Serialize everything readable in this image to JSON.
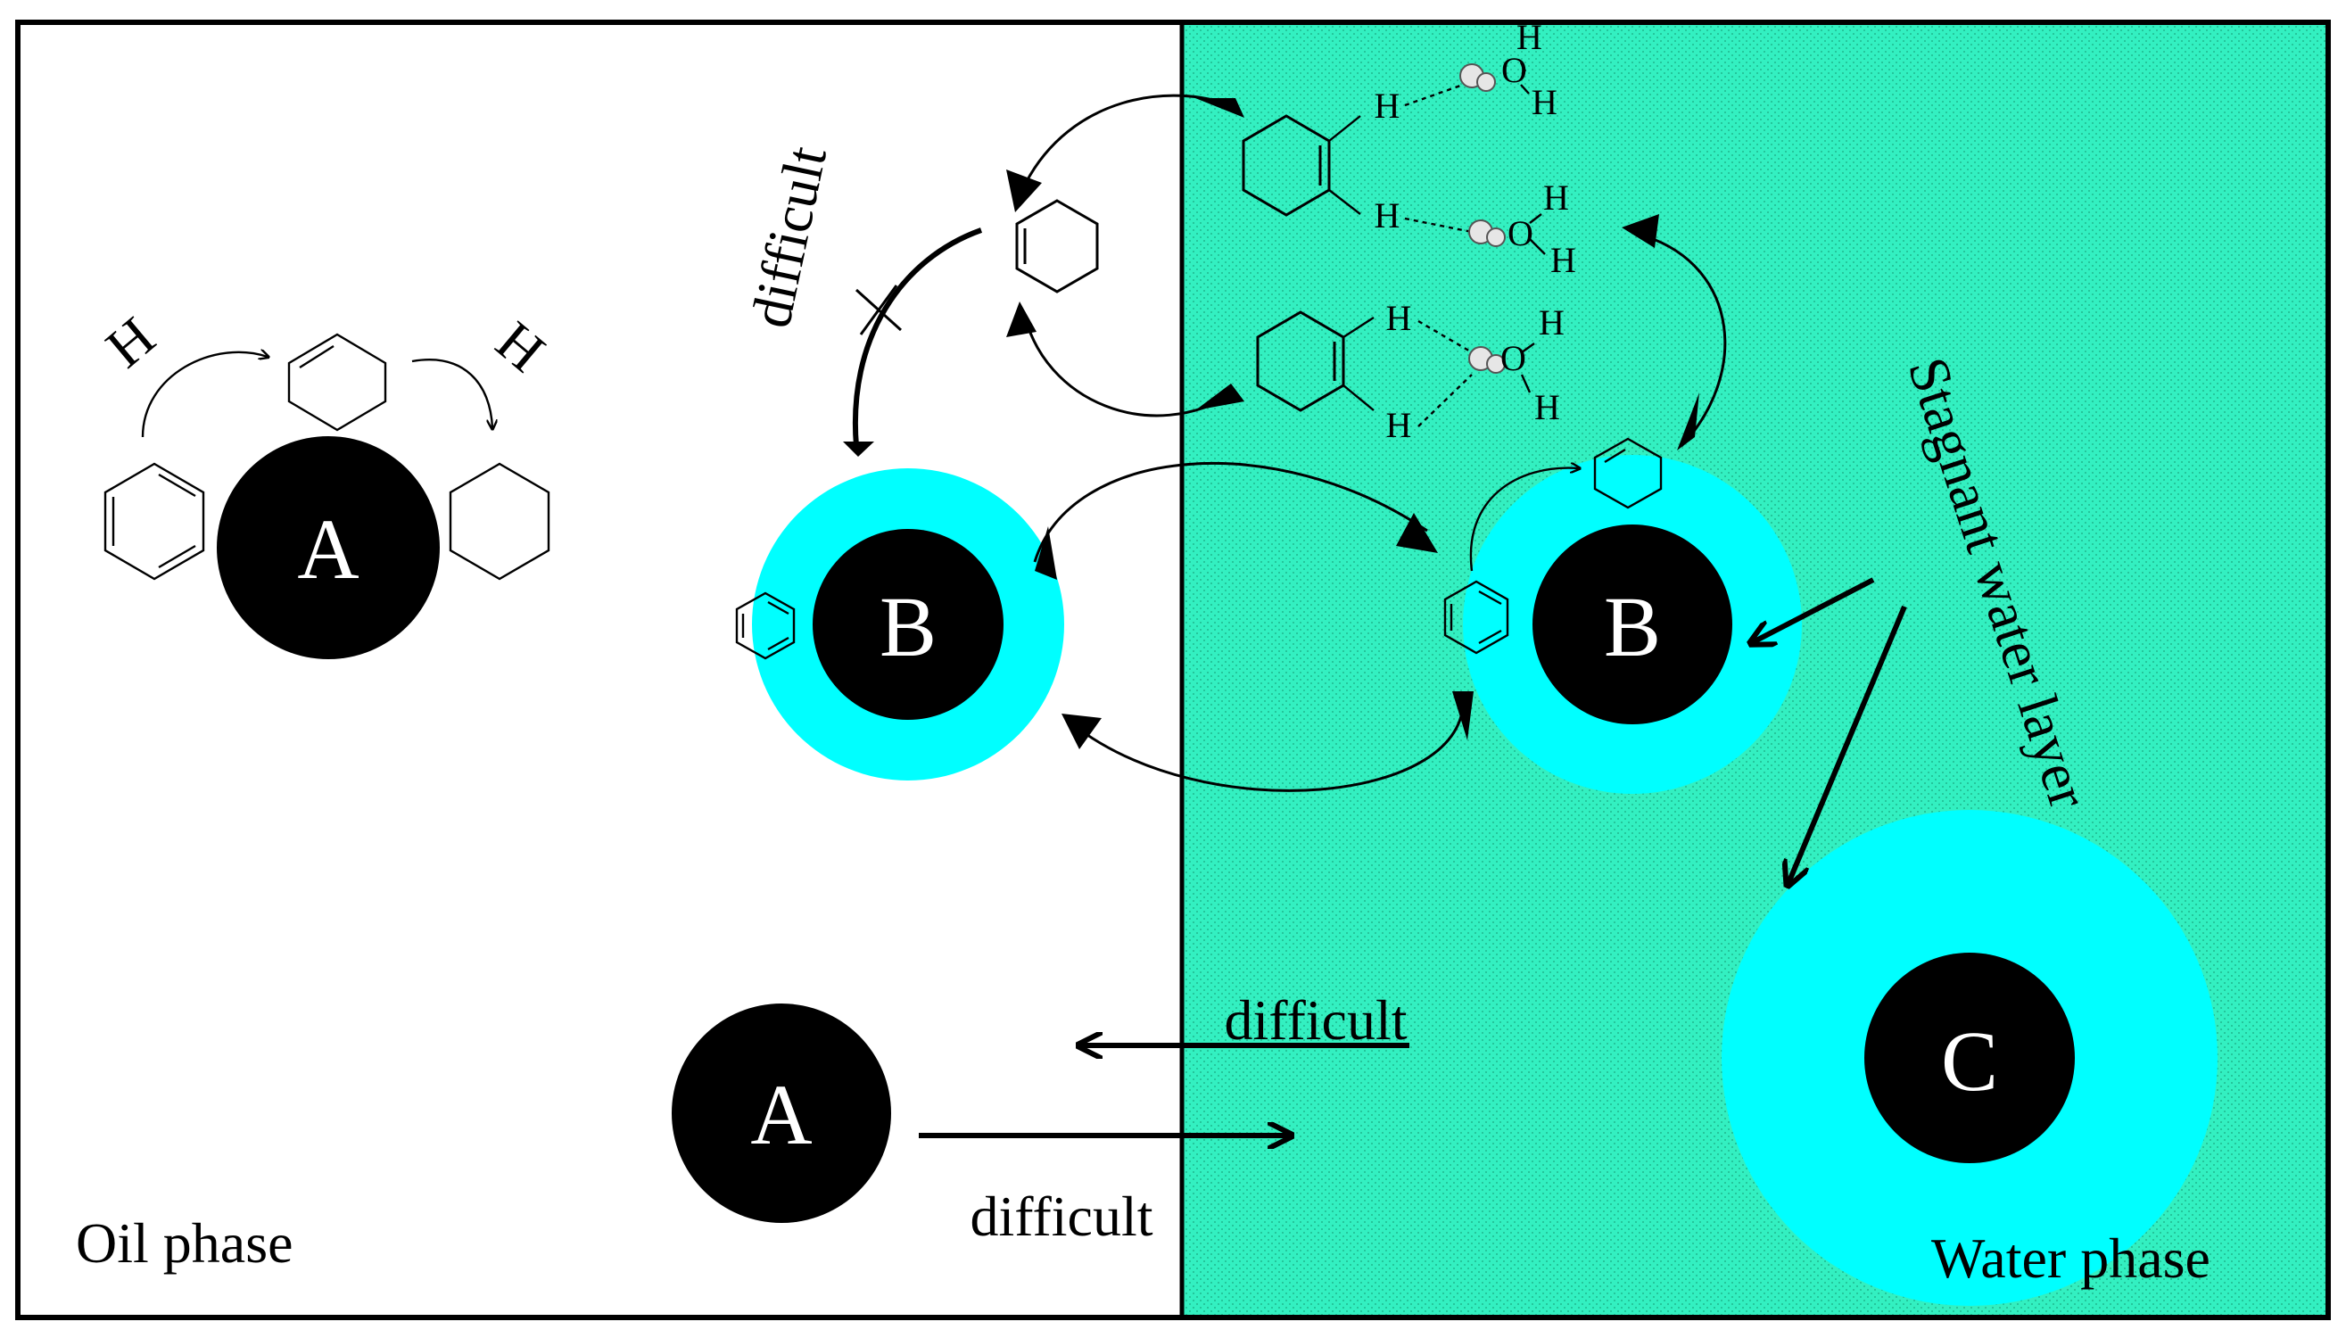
{
  "phases": {
    "oil": "Oil phase",
    "water": "Water phase",
    "stagnant": "Stagnant water layer"
  },
  "particles": {
    "a_top": "A",
    "b_left": "B",
    "b_right": "B",
    "c": "C",
    "a_bottom": "A"
  },
  "arrow_labels": {
    "difficult_rotated": "difficult",
    "difficult_middle": "difficult",
    "difficult_bottom": "difficult"
  },
  "atoms": {
    "H": "H",
    "O": "O"
  },
  "colors": {
    "water": "#33f0c1",
    "shell": "#00ffff",
    "core": "#000000",
    "border": "#000000"
  }
}
